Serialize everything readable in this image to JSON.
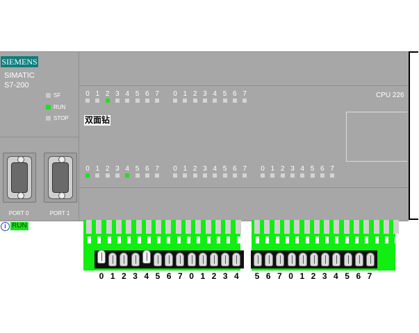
{
  "plc": {
    "brand": "SIEMENS",
    "series_line1": "SIMATIC",
    "series_line2": "S7-200",
    "cpu_model": "CPU 226",
    "status": [
      {
        "label": "SF",
        "on": false
      },
      {
        "label": "RUN",
        "on": true
      },
      {
        "label": "STOP",
        "on": false
      }
    ],
    "ports": [
      {
        "label": "PORT 0"
      },
      {
        "label": "PORT 1"
      }
    ],
    "program_name": "双面钻",
    "input_groups": [
      {
        "digits": [
          "0",
          "1",
          "2",
          "3",
          "4",
          "5",
          "6",
          "7"
        ],
        "on": [
          false,
          false,
          true,
          false,
          false,
          false,
          false,
          false
        ]
      },
      {
        "digits": [
          "0",
          "1",
          "2",
          "3",
          "4",
          "5",
          "6",
          "7"
        ],
        "on": [
          false,
          false,
          false,
          false,
          false,
          false,
          false,
          false
        ]
      }
    ],
    "output_groups": [
      {
        "digits": [
          "0",
          "1",
          "2",
          "3",
          "4",
          "5",
          "6",
          "7"
        ],
        "on": [
          true,
          false,
          false,
          false,
          true,
          false,
          false,
          false
        ]
      },
      {
        "digits": [
          "0",
          "1",
          "2",
          "3",
          "4",
          "5",
          "6",
          "7"
        ],
        "on": [
          false,
          false,
          false,
          false,
          false,
          false,
          false,
          false
        ]
      },
      {
        "digits": [
          "0",
          "1",
          "2",
          "3",
          "4",
          "5",
          "6",
          "7"
        ],
        "on": [
          false,
          false,
          false,
          false,
          false,
          false,
          false,
          false
        ]
      }
    ]
  },
  "run_indicator": {
    "label": "RUN",
    "icon": "info-icon"
  },
  "terminals": {
    "left": [
      "0",
      "1",
      "2",
      "3",
      "4",
      "5",
      "6",
      "7",
      "0",
      "1",
      "2",
      "3",
      "4"
    ],
    "right": [
      "5",
      "6",
      "7",
      "0",
      "1",
      "2",
      "3",
      "4",
      "5",
      "6",
      "7"
    ],
    "pressed_left": [
      0,
      4
    ]
  },
  "colors": {
    "led_on": "#22dd22",
    "strip": "#11ee11",
    "brand": "#0f7d7d",
    "housing": "#a7a7a7"
  }
}
